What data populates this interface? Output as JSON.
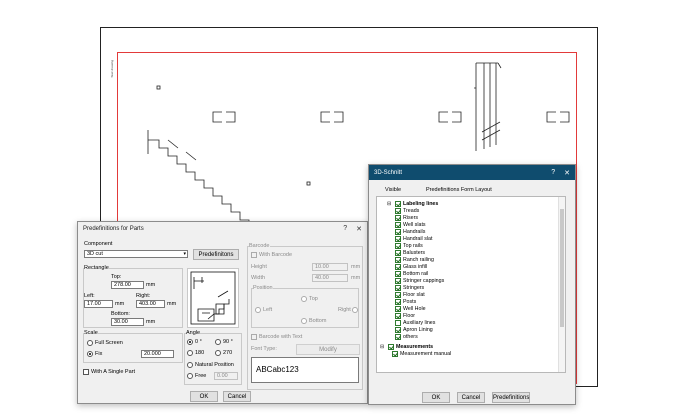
{
  "predef": {
    "title": "Predefinitions for Parts",
    "help": "?",
    "close": "✕",
    "component_label": "Component",
    "component_value": "3D cut",
    "predef_button": "Predefinitons",
    "rectangle_label": "Rectangle",
    "top_label": "Top:",
    "top_value": "278.00",
    "left_label": "Left:",
    "left_value": "17.00",
    "right_label": "Right:",
    "right_value": "403.00",
    "bottom_label": "Bottom:",
    "bottom_value": "30.00",
    "unit": "mm",
    "scale_label": "Scale",
    "full_screen": "Full Screen",
    "fix": "Fix",
    "fix_value": "20.000",
    "single_part": "With A Single Part",
    "angle_label": "Angle",
    "angles": [
      "0 °",
      "90 °",
      "180",
      "270"
    ],
    "natural_position": "Natural Position",
    "free": "Free",
    "free_value": "0.00",
    "barcode_label": "Barcode",
    "with_barcode": "With Barcode",
    "height_label": "Height",
    "height_value": "10.00",
    "width_label": "Width",
    "width_value": "40.00",
    "position_label": "Position",
    "pos_top": "Top",
    "pos_left": "Left",
    "pos_right": "Right",
    "pos_bottom": "Bottom",
    "barcode_with_text": "Barcode with Text",
    "font_type": "Font Type:",
    "modify": "Modify",
    "sample_text": "ABCabc123",
    "ok": "OK",
    "cancel": "Cancel"
  },
  "schnitt": {
    "title": "3D-Schnitt",
    "help": "?",
    "close": "✕",
    "col_visible": "Visible",
    "col_layout": "Predefinitions Form Layout",
    "labeling_lines": "Labeling lines",
    "items": [
      "Treads",
      "Risers",
      "Well slats",
      "Handrails",
      "Handrail slat",
      "Top rails",
      "Balusters",
      "Ranch railing",
      "Glass infill",
      "Bottom rail",
      "Stringer cappings",
      "Stringers",
      "Floor slat",
      "Posts",
      "Well Hole",
      "Floor",
      "Auxiliary lines",
      "Apron Lining",
      "others"
    ],
    "checked": [
      true,
      true,
      true,
      true,
      true,
      true,
      true,
      true,
      true,
      true,
      true,
      true,
      true,
      true,
      true,
      true,
      false,
      true,
      true
    ],
    "measurements": "Measurements",
    "measurement_manual": "Measurement manual",
    "ok": "OK",
    "cancel": "Cancel",
    "predef_button": "Predefinitions"
  }
}
